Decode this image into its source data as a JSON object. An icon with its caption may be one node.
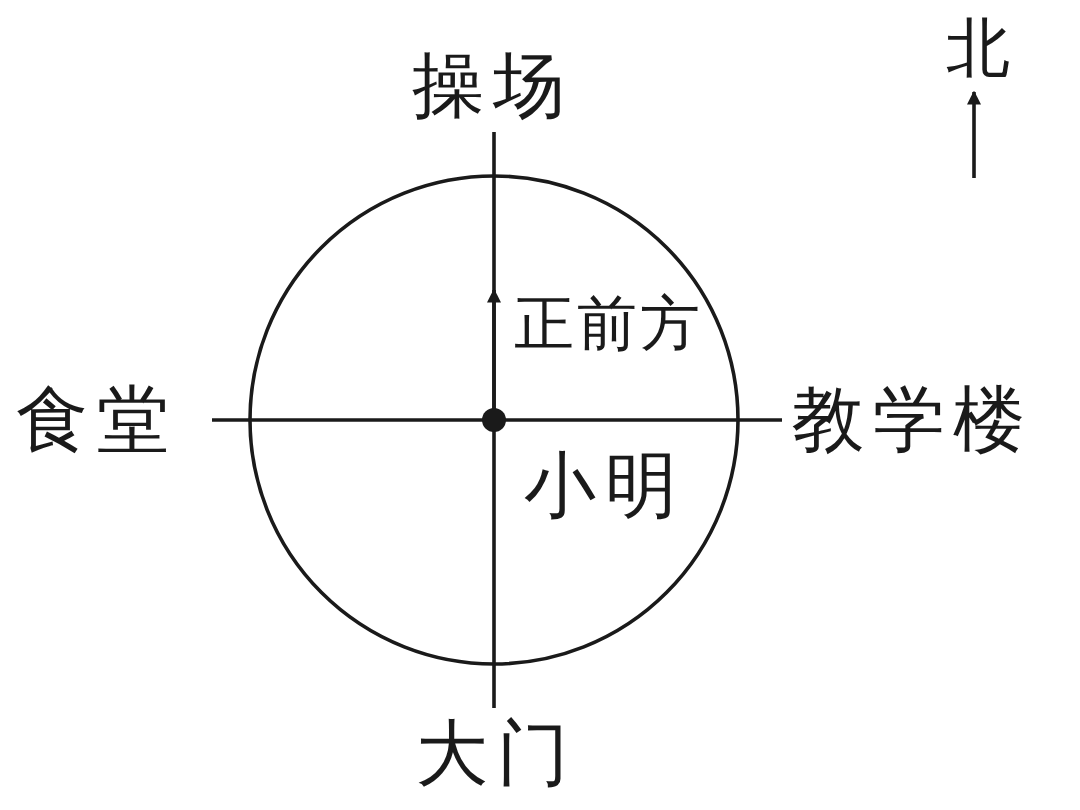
{
  "diagram": {
    "labels": [
      "北",
      "操场",
      "正前方",
      "食堂",
      "教学楼",
      "小明",
      "大门"
    ]
  }
}
